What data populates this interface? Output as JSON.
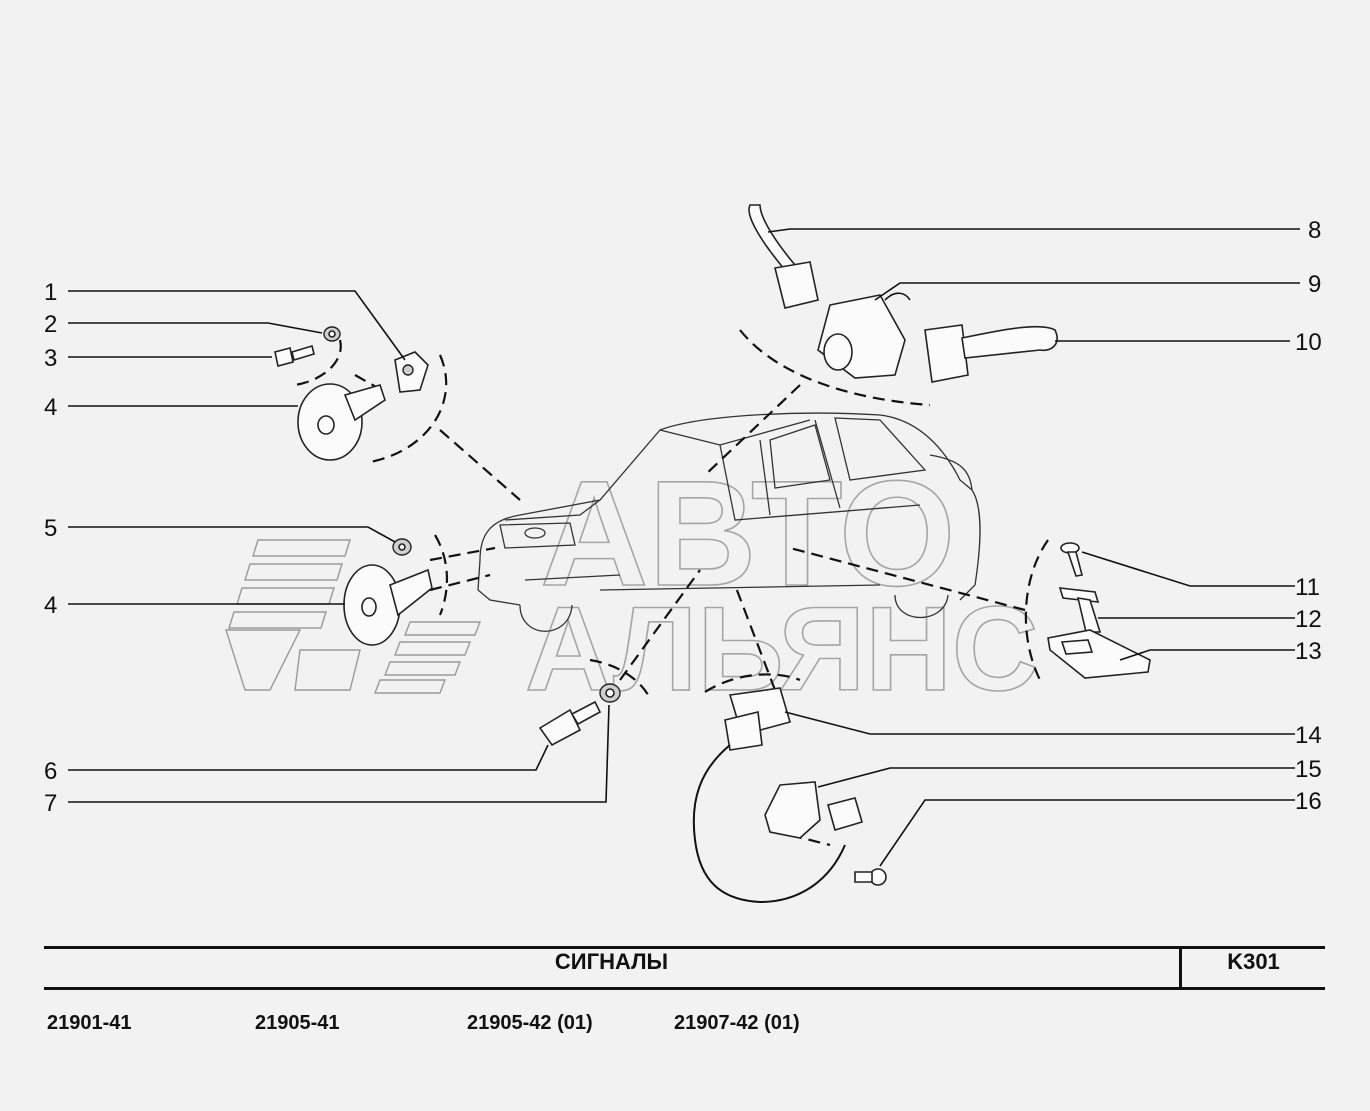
{
  "callouts": [
    "1",
    "2",
    "3",
    "4",
    "5",
    "4",
    "6",
    "7",
    "8",
    "9",
    "10",
    "11",
    "12",
    "13",
    "14",
    "15",
    "16"
  ],
  "watermark": {
    "line1": "АВТО",
    "line2": "АЛЬЯНС"
  },
  "title_block": {
    "title": "СИГНАЛЫ",
    "code": "K301"
  },
  "models": [
    "21901-41",
    "21905-41",
    "21905-42 (01)",
    "21907-42 (01)"
  ]
}
